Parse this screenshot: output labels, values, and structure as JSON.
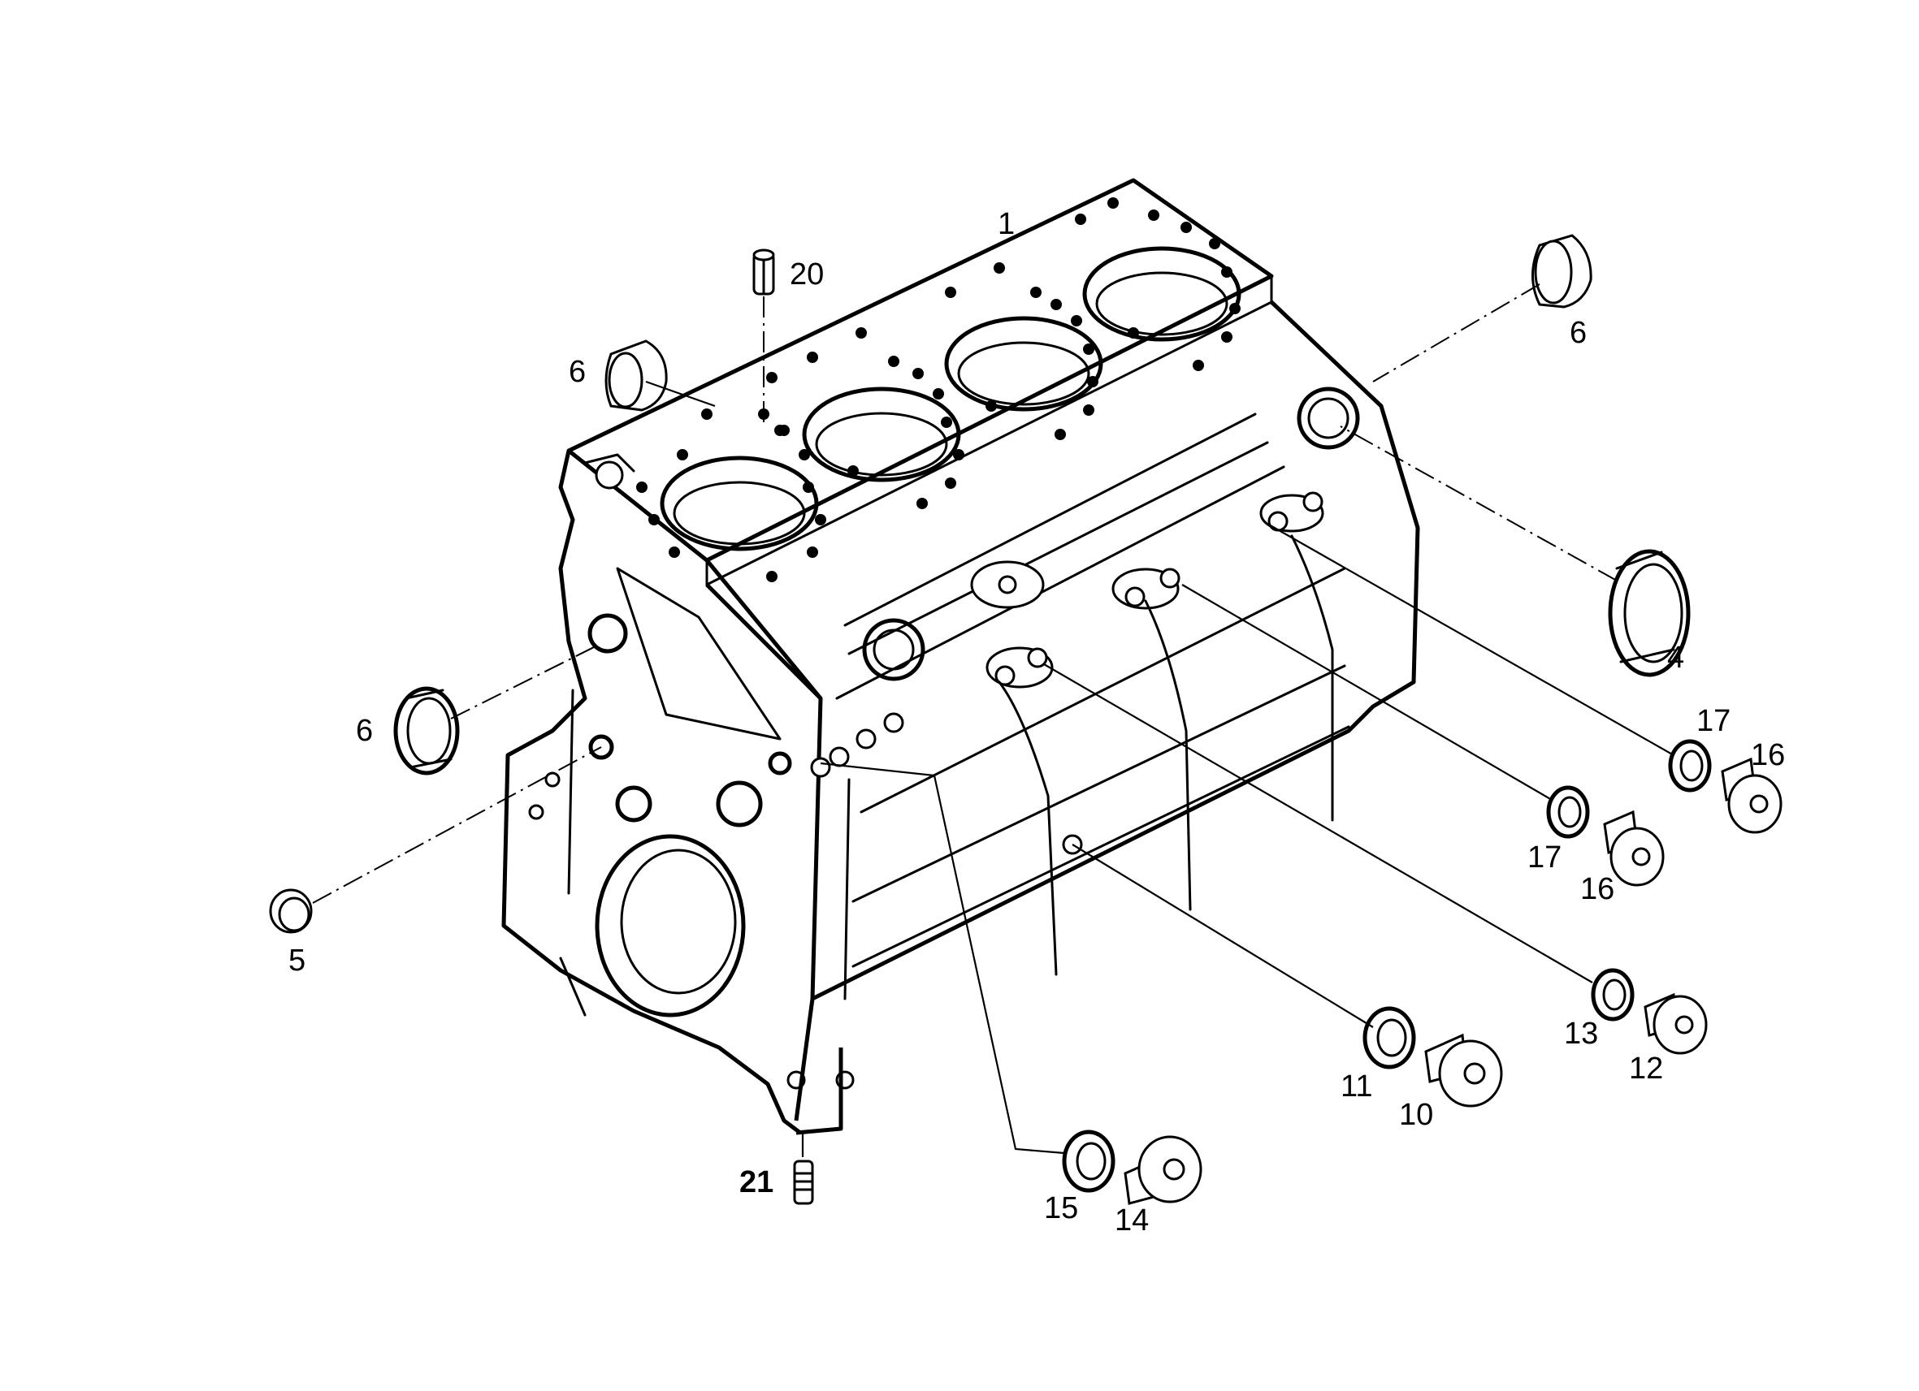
{
  "diagram": {
    "callouts": [
      {
        "id": "c1",
        "text": "1"
      },
      {
        "id": "c20",
        "text": "20"
      },
      {
        "id": "c6a",
        "text": "6"
      },
      {
        "id": "c6b",
        "text": "6"
      },
      {
        "id": "c6c",
        "text": "6"
      },
      {
        "id": "c4",
        "text": "4"
      },
      {
        "id": "c5",
        "text": "5"
      },
      {
        "id": "c17a",
        "text": "17"
      },
      {
        "id": "c16a",
        "text": "16"
      },
      {
        "id": "c17b",
        "text": "17"
      },
      {
        "id": "c16b",
        "text": "16"
      },
      {
        "id": "c13",
        "text": "13"
      },
      {
        "id": "c12",
        "text": "12"
      },
      {
        "id": "c11",
        "text": "11"
      },
      {
        "id": "c10",
        "text": "10"
      },
      {
        "id": "c15",
        "text": "15"
      },
      {
        "id": "c14",
        "text": "14"
      },
      {
        "id": "c21",
        "text": "21"
      }
    ]
  }
}
